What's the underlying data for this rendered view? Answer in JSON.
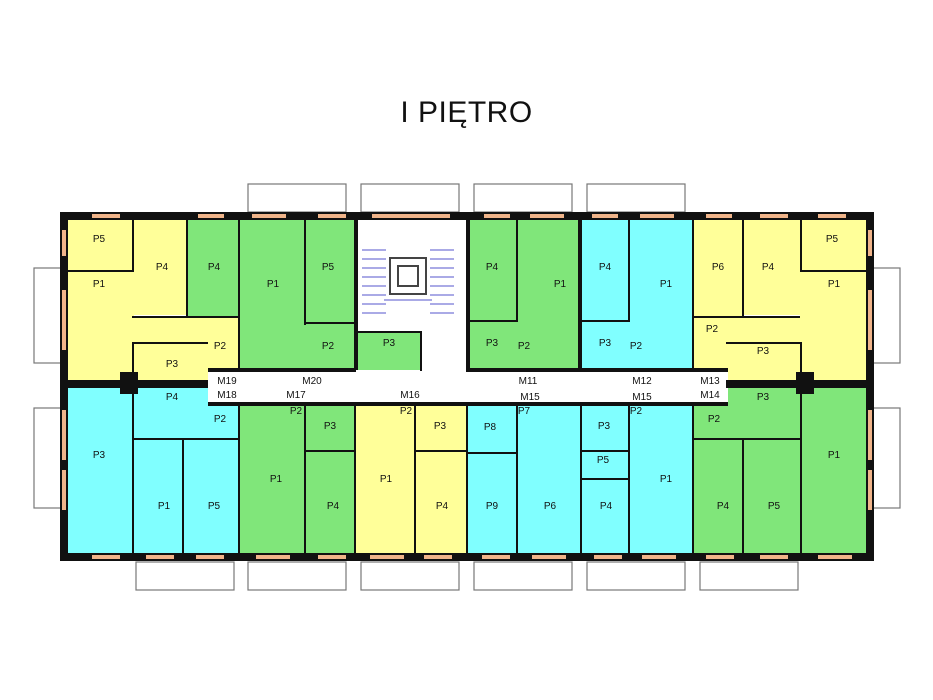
{
  "title": "I PIĘTRO",
  "colors": {
    "yellow": "#ffff99",
    "green": "#80e67a",
    "cyan": "#80ffff",
    "wall": "#111111",
    "corridor": "#ffffff",
    "window": "#f0b48a"
  },
  "apartments": [
    {
      "code": "M19"
    },
    {
      "code": "M20"
    },
    {
      "code": "M11"
    },
    {
      "code": "M12"
    },
    {
      "code": "M13"
    },
    {
      "code": "M18"
    },
    {
      "code": "M17"
    },
    {
      "code": "M16"
    },
    {
      "code": "M15"
    },
    {
      "code": "M15"
    },
    {
      "code": "M14"
    }
  ],
  "rooms": [
    {
      "label": "P5",
      "color": "yellow"
    },
    {
      "label": "P4",
      "color": "yellow"
    },
    {
      "label": "P1",
      "color": "yellow"
    },
    {
      "label": "P2",
      "color": "yellow"
    },
    {
      "label": "P3",
      "color": "yellow"
    },
    {
      "label": "P4",
      "color": "green"
    },
    {
      "label": "P1",
      "color": "green"
    },
    {
      "label": "P5",
      "color": "green"
    },
    {
      "label": "P2",
      "color": "green"
    },
    {
      "label": "P3",
      "color": "green"
    },
    {
      "label": "P4",
      "color": "green"
    },
    {
      "label": "P1",
      "color": "green"
    },
    {
      "label": "P3",
      "color": "green"
    },
    {
      "label": "P2",
      "color": "green"
    },
    {
      "label": "P4",
      "color": "cyan"
    },
    {
      "label": "P1",
      "color": "cyan"
    },
    {
      "label": "P3",
      "color": "cyan"
    },
    {
      "label": "P2",
      "color": "cyan"
    },
    {
      "label": "P6",
      "color": "yellow"
    },
    {
      "label": "P4",
      "color": "yellow"
    },
    {
      "label": "P5",
      "color": "yellow"
    },
    {
      "label": "P1",
      "color": "yellow"
    },
    {
      "label": "P2",
      "color": "yellow"
    },
    {
      "label": "P3",
      "color": "yellow"
    },
    {
      "label": "P3",
      "color": "cyan"
    },
    {
      "label": "P2",
      "color": "cyan"
    },
    {
      "label": "P1",
      "color": "cyan"
    },
    {
      "label": "P5",
      "color": "cyan"
    },
    {
      "label": "P4",
      "color": "cyan"
    },
    {
      "label": "P2",
      "color": "green"
    },
    {
      "label": "P3",
      "color": "green"
    },
    {
      "label": "P1",
      "color": "green"
    },
    {
      "label": "P4",
      "color": "green"
    },
    {
      "label": "P2",
      "color": "yellow"
    },
    {
      "label": "P3",
      "color": "yellow"
    },
    {
      "label": "P1",
      "color": "yellow"
    },
    {
      "label": "P4",
      "color": "yellow"
    },
    {
      "label": "P8",
      "color": "cyan"
    },
    {
      "label": "P7",
      "color": "cyan"
    },
    {
      "label": "P9",
      "color": "cyan"
    },
    {
      "label": "P6",
      "color": "cyan"
    },
    {
      "label": "P3",
      "color": "cyan"
    },
    {
      "label": "P2",
      "color": "cyan"
    },
    {
      "label": "P5",
      "color": "cyan"
    },
    {
      "label": "P4",
      "color": "cyan"
    },
    {
      "label": "P1",
      "color": "cyan"
    },
    {
      "label": "P2",
      "color": "green"
    },
    {
      "label": "P3",
      "color": "green"
    },
    {
      "label": "P1",
      "color": "green"
    },
    {
      "label": "P4",
      "color": "green"
    },
    {
      "label": "P5",
      "color": "green"
    }
  ]
}
